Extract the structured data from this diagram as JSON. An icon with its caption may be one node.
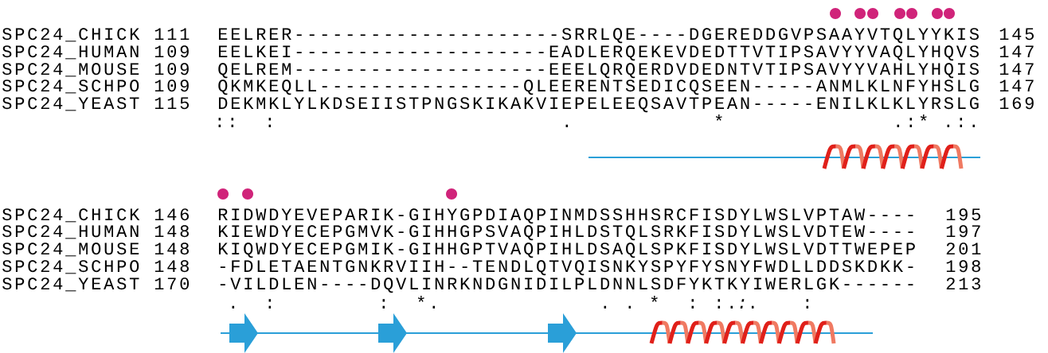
{
  "diagram": {
    "labels": [
      "SPC24_CHICK",
      "111",
      "EELRER---------------------SRRLQE----DGEREDDGVPSAAYVTQLYYKIS",
      "145",
      "SPC24_HUMAN",
      "109",
      "EELKEI--------------------EADLERQEKEVDEDTTVTIPSAVYYVAQLYHQVS",
      "147",
      "SPC24_MOUSE",
      "109",
      "QELREM--------------------EEELQRQERDVDEDNTVTIPSAVYYVAHLYHQIS",
      "147",
      "SPC24_SCHPO",
      "109",
      "QKMKEQLL----------------QLEERENTSEDICQSEEN-----ANMLKLNFYHSLG",
      "147",
      "SPC24_YEAST",
      "115",
      "DEKMKLYLKDSEIISTPNGSKIKAKVIEPELEEQSAVTPEAN-----ENILKLKLYRSLG",
      "169",
      "::",
      ":",
      ".",
      "*",
      ".:*",
      ".:.",
      "SPC24_CHICK",
      "146",
      "RIDWDYEVEPARIK-GIHYGPDIAQPINMDSSHHSRCFISDYLWSLVPTAW----",
      "195",
      "SPC24_HUMAN",
      "148",
      "KIEWDYECEPGMVK-GIHHGPSVAQPIHLDSTQLSRKFISDYLWSLVDTEW----",
      "197",
      "SPC24_MOUSE",
      "148",
      "KIQWDYECEPGMIK-GIHHGPTVAQPIHLDSAQLSPKFISDYLWSLVDTTWEPEP",
      "201",
      "SPC24_SCHPO",
      "148",
      "-FDLETAENTGNKRVIIH--TENDLQTVQISNKYSPYFYSNYFWDLLDDSKDKK-",
      "198",
      "SPC24_YEAST",
      "170",
      "-VILDLEN----DQVLINRKNDGNIDILPLDNNLSDFYKTKYIWERLGK------",
      "213",
      ".",
      ":",
      ":",
      "*.",
      ".",
      ".",
      "*",
      ":",
      ":.*:*.",
      ":"
    ]
  }
}
